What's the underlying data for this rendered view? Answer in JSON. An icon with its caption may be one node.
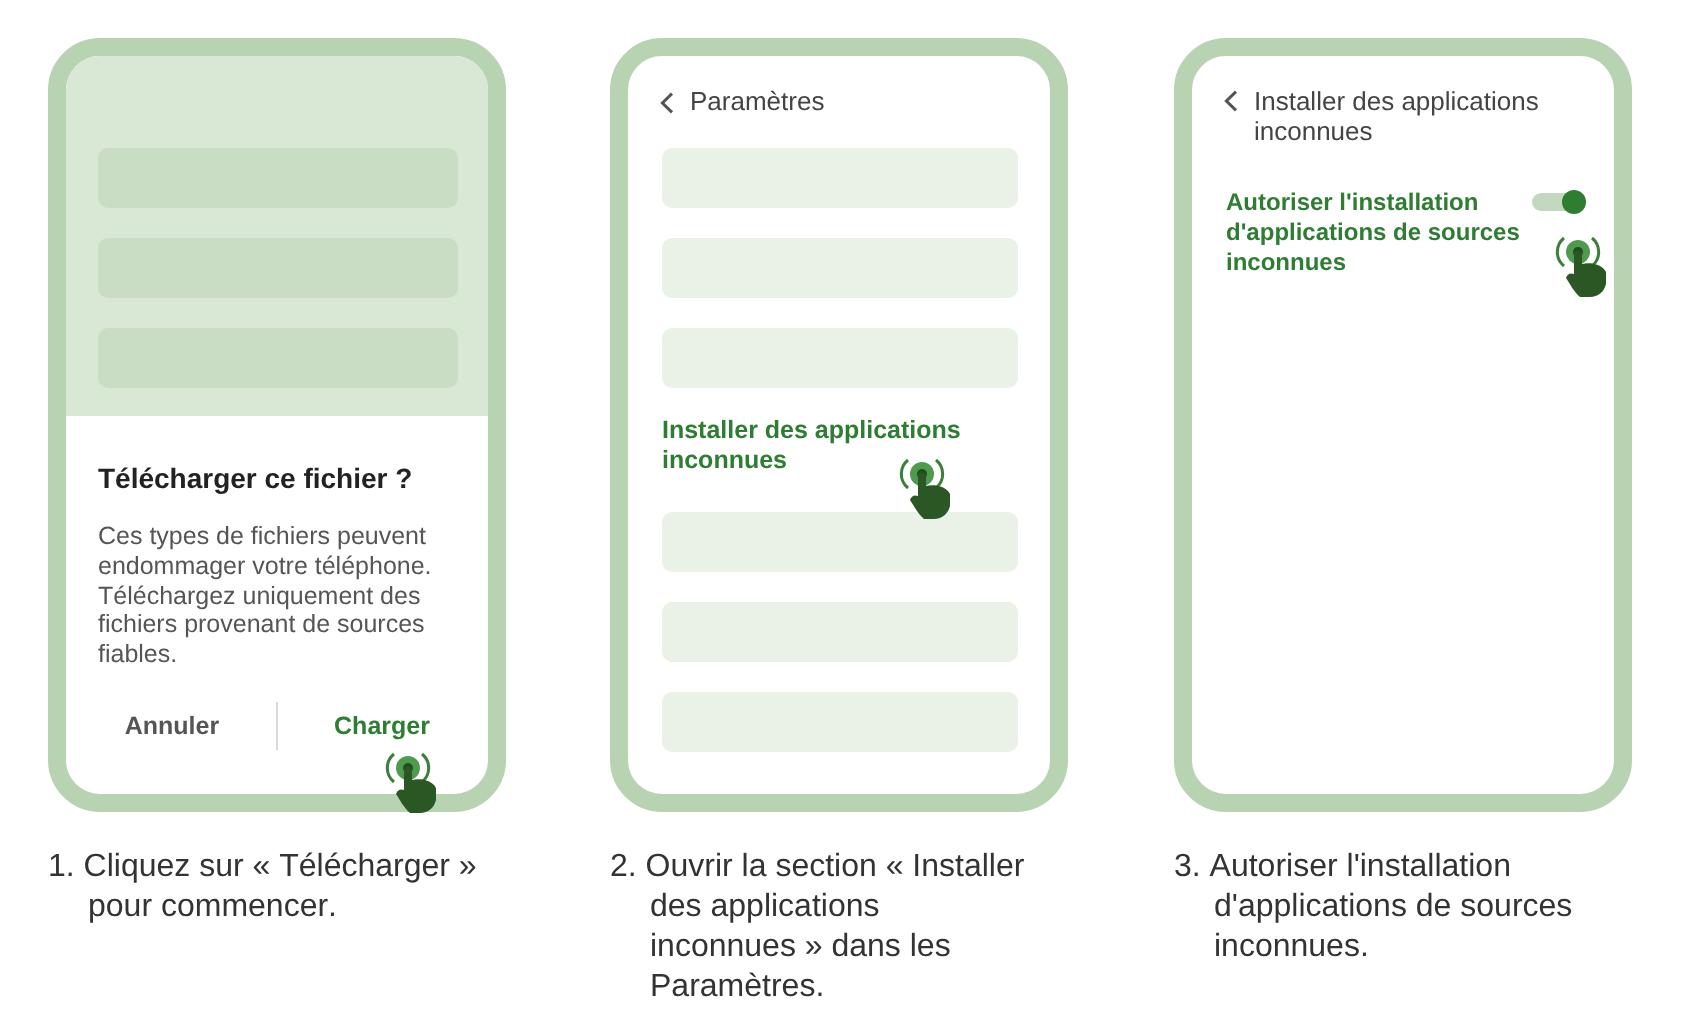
{
  "diagram": {
    "nodes": [
      {
        "text": [
          "Télécharger ce fichier ?",
          "Ces types de fichiers peuvent endommager votre téléphone. Téléchargez uniquement des fichiers provenant de sources fiables.",
          "Annuler",
          "Charger"
        ],
        "beside": [
          "1. Cliquez sur « Télécharger » pour commencer."
        ]
      },
      {
        "text": [
          "Paramètres",
          "Installer des applications inconnues"
        ],
        "beside": [
          "2. Ouvrir la section « Installer des applications inconnues » dans les Paramètres."
        ]
      },
      {
        "text": [
          "Installer des applications inconnues",
          "Autoriser l'installation d'applications de sources inconnues"
        ],
        "beside": [
          "3. Autoriser l'installation d'applications de sources inconnues."
        ]
      }
    ]
  }
}
